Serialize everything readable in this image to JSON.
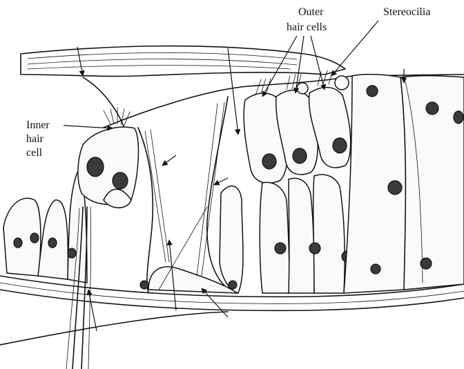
{
  "labels": {
    "outer_line1": "Outer",
    "outer_line2": "hair cells",
    "stereocilia": "Stereocilia",
    "inner_line1": "Inner",
    "inner_line2": "hair",
    "inner_line3": "cell"
  },
  "colors": {
    "ink": "#111111",
    "background": "#ffffff",
    "nucleus": "#3a3a3a"
  }
}
